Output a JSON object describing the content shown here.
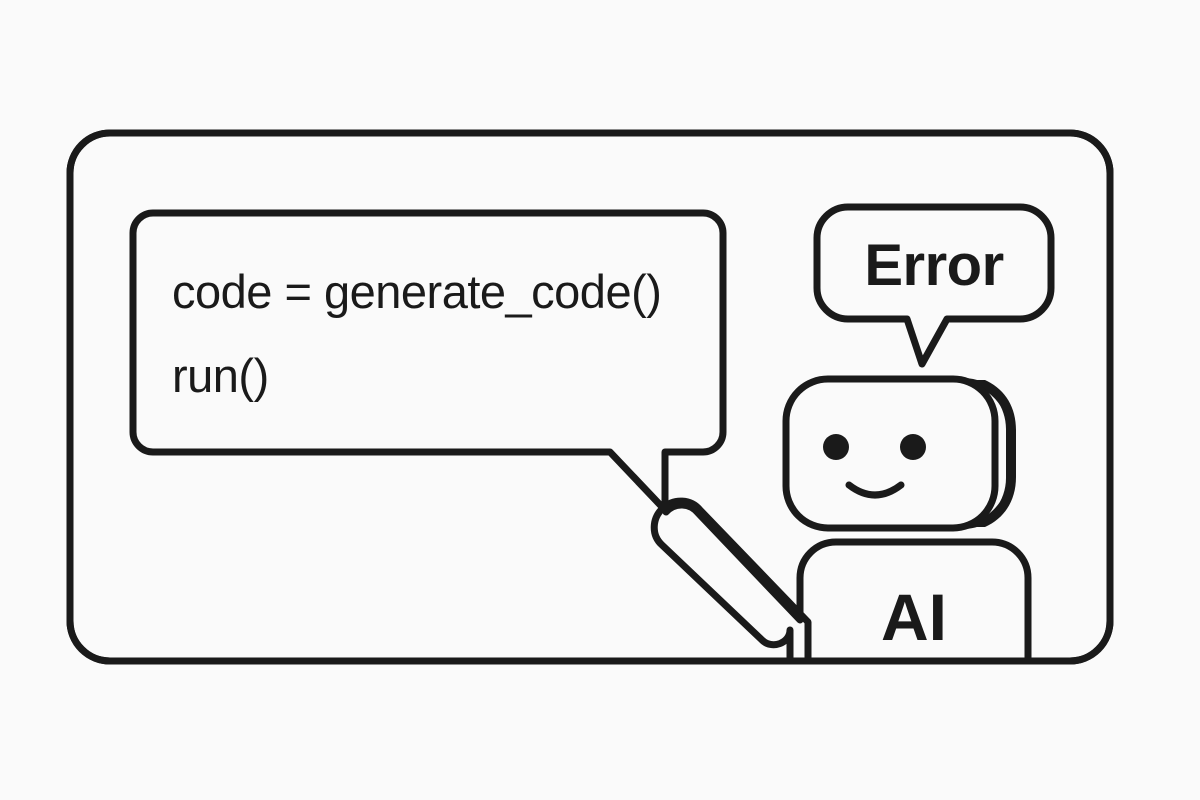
{
  "illustration": {
    "title": "AI agent writing code that produces an error",
    "background_color": "#fafafa",
    "line_color": "#1a1a1a"
  },
  "frame": {
    "name": "outer-panel"
  },
  "code_bubble": {
    "line1": "code = generate_code()",
    "line2": "run()"
  },
  "error_bubble": {
    "label": "Error"
  },
  "robot": {
    "body_label": "AI",
    "face": {
      "left_eye": "eye-dot",
      "right_eye": "eye-dot",
      "mouth": "smile-arc"
    },
    "arm": "pointing-arm",
    "head_shadow": "head-side-shadow"
  },
  "icons": {
    "code_bubble_tail": "speech-tail-icon",
    "error_bubble_tail": "speech-tail-icon"
  }
}
